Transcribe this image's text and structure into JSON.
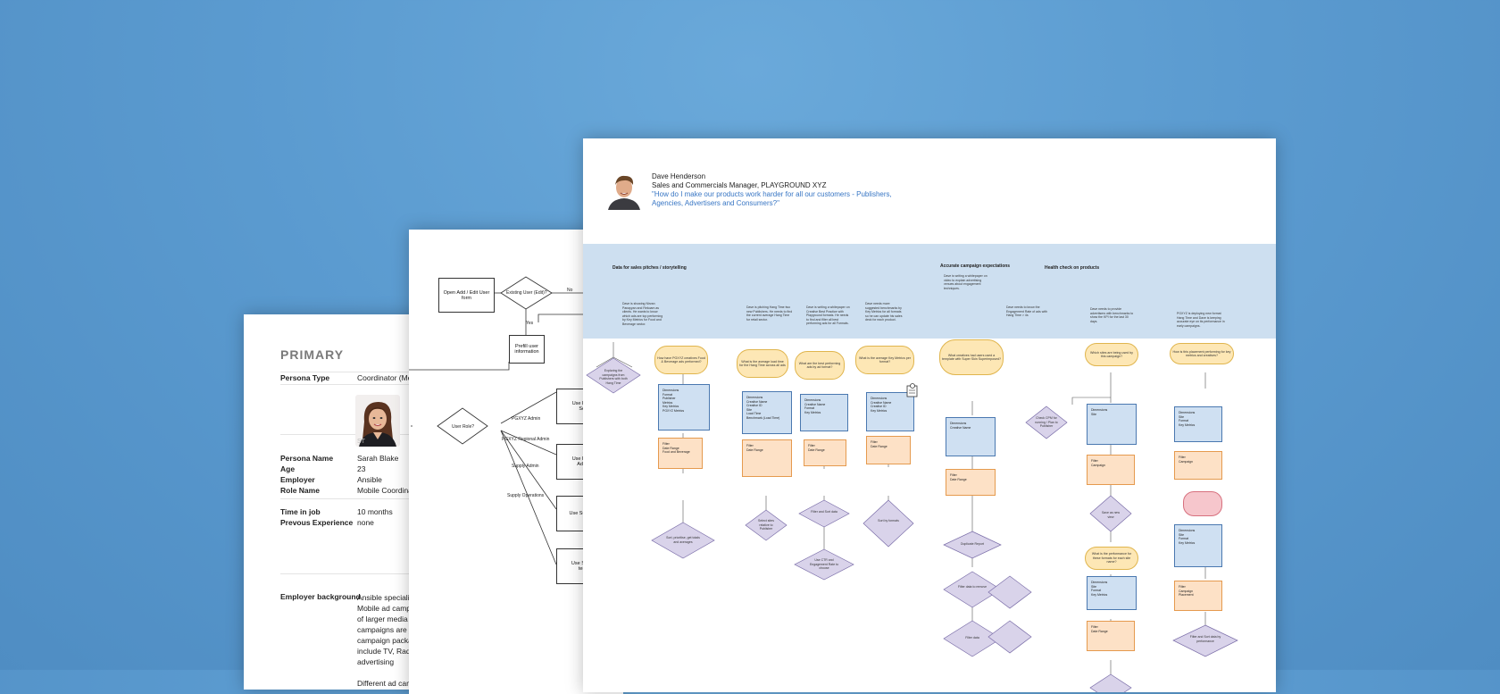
{
  "persona": {
    "heading": "PRIMARY",
    "rows": [
      {
        "key": "Persona Type",
        "value": "Coordinator (Me"
      },
      {
        "key": "Persona Name",
        "value": "Sarah Blake"
      },
      {
        "key": "Age",
        "value": "23"
      },
      {
        "key": "Employer",
        "value": "Ansible"
      },
      {
        "key": "Role Name",
        "value": "Mobile Coordina"
      },
      {
        "key": "Time in job",
        "value": "10 months"
      },
      {
        "key": "Prevous Experience",
        "value": "none"
      }
    ],
    "background_key": "Employer background",
    "background_lines": [
      "Ansible specialise",
      "Mobile ad campa",
      "of larger media a",
      "campaigns are ju",
      "campaign packag",
      "include TV, Radio",
      "advertising",
      "",
      "Different ad cam"
    ],
    "photo_caption": "ST"
  },
  "flow": {
    "nodes": {
      "open_add": "Open Add / Edit User form",
      "existing_user": "Existing User (Edit)?",
      "prefill": "Prefill user information",
      "user_role": "User Role?",
      "use_pgyxz_1": "Use PGXY",
      "use_pgyxz_1b": "Setu",
      "use_pgyxz_2": "Use PGXY",
      "use_pgyxz_2b": "Admin",
      "use_supply_a": "Use Supply A",
      "use_supply_b": "Use Supply",
      "use_supply_bb": "temp"
    },
    "labels": {
      "no": "No",
      "yes": "Yes",
      "pgxyz_admin": "PGXYZ Admin",
      "pgxyz_regional": "PGXYZ Regional Admin",
      "supply_admin": "Supply Admin",
      "supply_operations": "Supply Operations"
    }
  },
  "journey": {
    "name": "Dave Henderson",
    "role": "Sales and Commercials Manager, PLAYGROUND XYZ",
    "quote": "\"How do I make our products work harder for all our customers - Publishers, Agencies, Advertisers and Consumers?\"",
    "stages": [
      "Data for sales pitches / storytelling",
      "Accurate campaign expectations",
      "Health check on products"
    ],
    "notes": [
      "Dave is showing Nirvan Panayyan and Rekoam as clients. He wants to know which ads are top performing by Key Metrics for Food and Beverage sector.",
      "Dave is pitching Hang Time two new Publishers. He needs to find the current average Hang Time for retail sector.",
      "Dave is writing a whitepaper on Creative Best Practice with Playground formats. He needs to find and filter all best performing ads for all Formats.",
      "Dave needs more suggested benchmarks by Key Metrics for all formats so he can update his sales deck for each product.",
      "Dave is writing a whitepaper on video to explain advertising venues about engagement techniques.",
      "Dave needs to know the Engagement Rate of ads with Hang Time > 4s",
      "Dave needs to provide advertisers with benchmarks to show the KPI for the last 30 days.",
      "PGXYZ is deploying new format Hang Time and Dave is keeping accurate eye on its performance in early campaigns."
    ],
    "questions": [
      "How have PGXYZ creatives Food & Beverage ads performed?",
      "What is the average load time for the Hang Time across all ads",
      "What are the best performing ads by ad format?",
      "What is the average Key Metrics per format?",
      "What creatives had users used a template with Super Skin Superimposed?",
      "Which sites are being used by this campaign?",
      "How is this placement performing for key metrics and creatives?",
      "What is the performance for these formats for each site name?"
    ],
    "boxes": {
      "dimensions": "Dimensions",
      "format": "Format",
      "publisher": "Publisher",
      "creative_name": "Creative Name",
      "creative_id": "Creative ID",
      "site": "Site",
      "metrics": "Metrics",
      "key_metrics": "Key Metrics",
      "pgyxz_metrics": "PGXYZ Metrics",
      "load_time": "Load Time",
      "benchmark": "Benchmark (Load Time)",
      "filter": "Filter",
      "date_range": "Date Range",
      "food_bev": "Food and Beverage",
      "campaign": "Campaign",
      "placement": "Placement"
    },
    "diamonds": [
      "Exploring the campaigns from Publishers with both Hang Time",
      "Sort, prioritise, get totals and averages",
      "Select sites relative to Publisher",
      "Filter and Sort data",
      "Use CTR and Engagement Rate to choose",
      "Sort by formats",
      "Check CPM for running / Plan to Publisher",
      "Duplicate Report",
      "Filter data to remove",
      "Filter data",
      "Save as new view",
      "Filter and Sort data by performance"
    ]
  },
  "colors": {
    "background": "#5b9bd0",
    "band": "#cddff0",
    "quote": "#3876c4",
    "yellow": "#fde7b5",
    "blue_box": "#cfe0f2",
    "orange_box": "#fde1c6",
    "diamond": "#d9d3ea",
    "pink": "#f6c6cc"
  }
}
